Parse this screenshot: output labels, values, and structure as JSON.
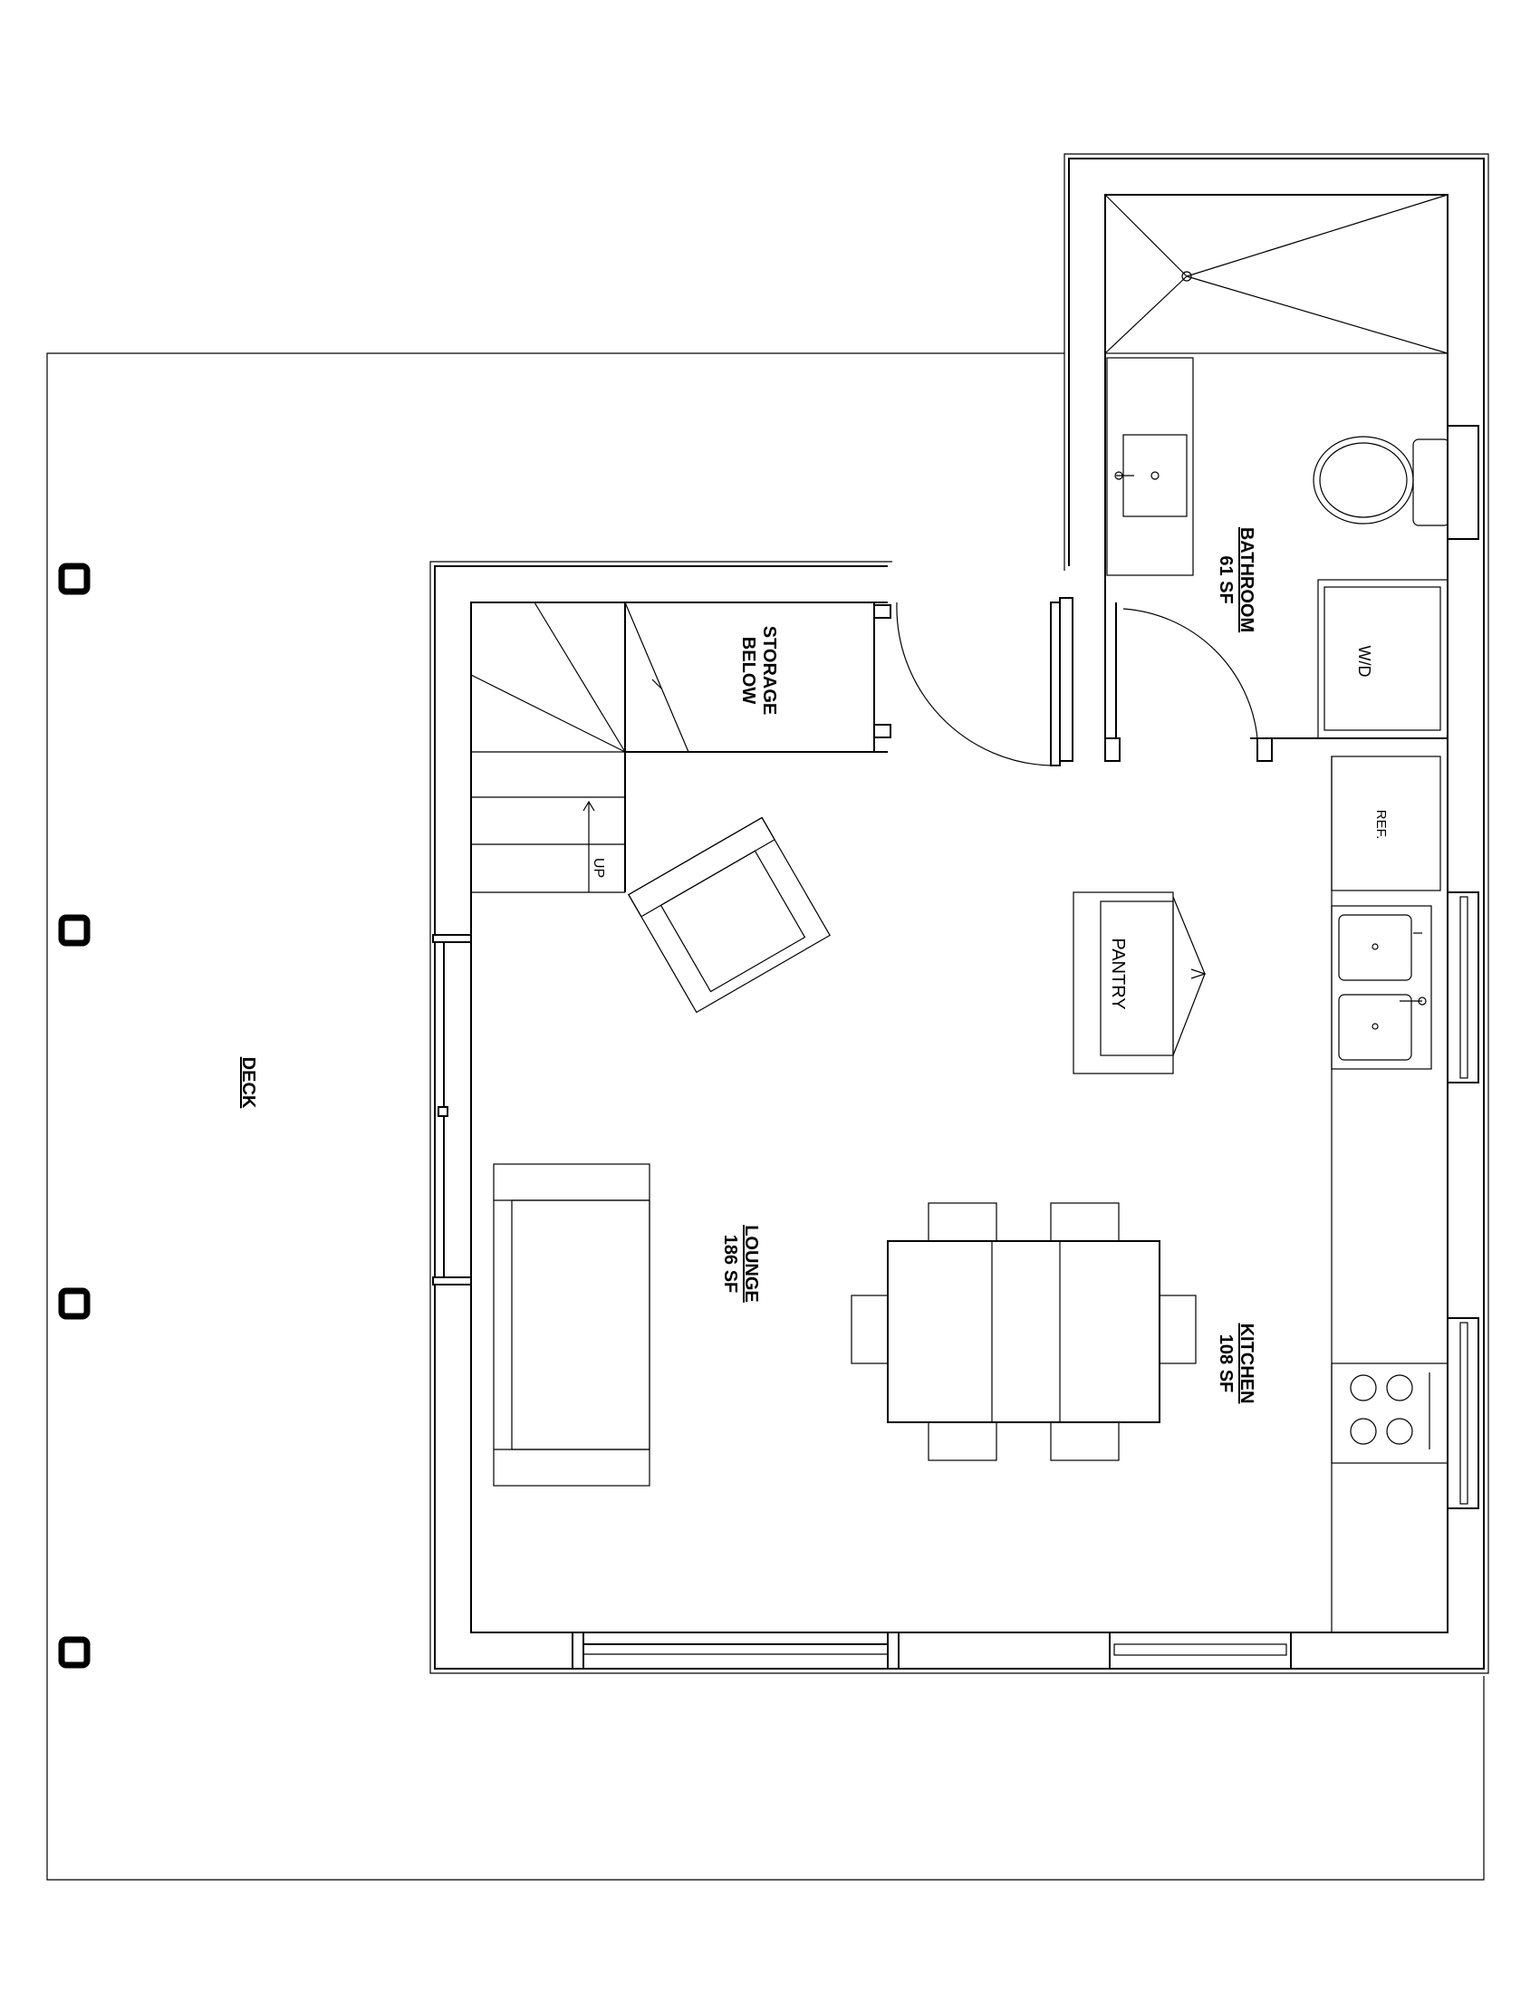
{
  "rooms": {
    "deck": {
      "name": "DECK"
    },
    "storage": {
      "line1": "STORAGE",
      "line2": "BELOW"
    },
    "bathroom": {
      "name": "BATHROOM",
      "area": "61 SF"
    },
    "lounge": {
      "name": "LOUNGE",
      "area": "186 SF"
    },
    "kitchen": {
      "name": "KITCHEN",
      "area": "108 SF"
    }
  },
  "fixtures": {
    "washer_dryer": "W/D",
    "refrigerator": "REF.",
    "pantry": "PANTRY",
    "stair_direction": "UP"
  }
}
